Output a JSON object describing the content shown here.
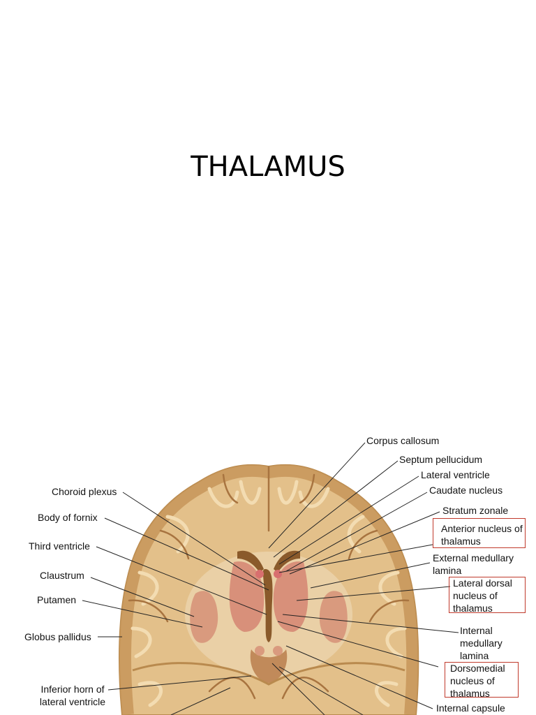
{
  "slide": {
    "title": "THALAMUS"
  },
  "figure": {
    "colors": {
      "tissue": "#c9a36b",
      "highlight_box": "#c0392b"
    },
    "labels_left": [
      "Choroid plexus",
      "Body of fornix",
      "Third ventricle",
      "Claustrum",
      "Putamen",
      "Globus pallidus",
      "Inferior horn of lateral ventricle"
    ],
    "labels_right": [
      "Corpus callosum",
      "Septum pellucidum",
      "Lateral ventricle",
      "Caudate nucleus",
      "Stratum zonale",
      "Anterior nucleus of thalamus",
      "External medullary lamina",
      "Lateral dorsal nucleus of thalamus",
      "Internal medullary lamina",
      "Dorsomedial nucleus of thalamus",
      "Internal capsule"
    ],
    "highlighted_labels": [
      "Anterior nucleus of thalamus",
      "Lateral dorsal nucleus of thalamus",
      "Dorsomedial nucleus of thalamus"
    ]
  }
}
